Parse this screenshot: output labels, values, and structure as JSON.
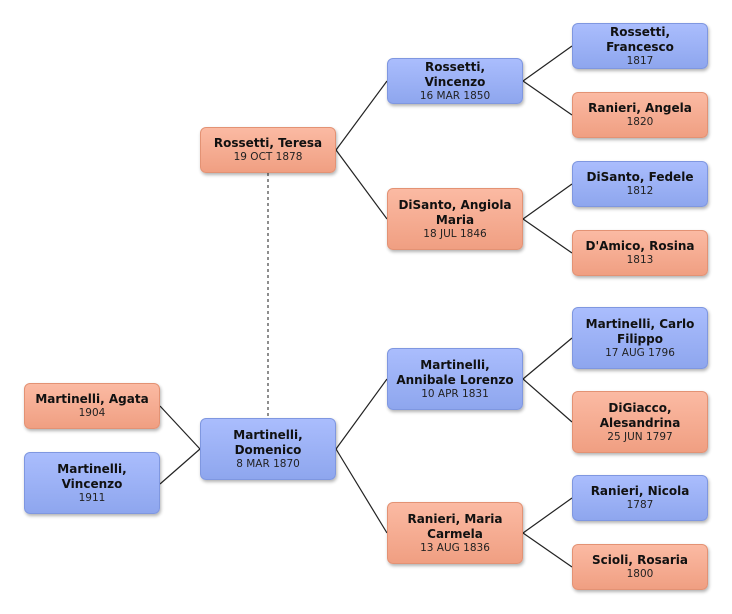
{
  "people": {
    "agata": {
      "name": "Martinelli, Agata",
      "date": "1904"
    },
    "vincenzo_c": {
      "name": "Martinelli, Vincenzo",
      "date": "1911"
    },
    "domenico": {
      "name": "Martinelli, Domenico",
      "date": "8 MAR 1870"
    },
    "teresa": {
      "name": "Rossetti, Teresa",
      "date": "19 OCT 1878"
    },
    "vincenzo_r": {
      "name": "Rossetti, Vincenzo",
      "date": "16 MAR 1850"
    },
    "angiola": {
      "name": "DiSanto, Angiola Maria",
      "date": "18 JUL 1846"
    },
    "annibale": {
      "name": "Martinelli, Annibale Lorenzo",
      "date": "10 APR 1831"
    },
    "maria": {
      "name": "Ranieri, Maria Carmela",
      "date": "13 AUG 1836"
    },
    "francesco": {
      "name": "Rossetti, Francesco",
      "date": "1817"
    },
    "angela": {
      "name": "Ranieri, Angela",
      "date": "1820"
    },
    "fedele": {
      "name": "DiSanto, Fedele",
      "date": "1812"
    },
    "rosina": {
      "name": "D'Amico, Rosina",
      "date": "1813"
    },
    "carlo": {
      "name": "Martinelli, Carlo Filippo",
      "date": "17 AUG 1796"
    },
    "alesandrina": {
      "name": "DiGiacco, Alesandrina",
      "date": "25 JUN 1797"
    },
    "nicola": {
      "name": "Ranieri, Nicola",
      "date": "1787"
    },
    "rosaria": {
      "name": "Scioli, Rosaria",
      "date": "1800"
    }
  },
  "colors": {
    "male": "#9db1f6",
    "female": "#f6ad92",
    "line": "#222222"
  }
}
